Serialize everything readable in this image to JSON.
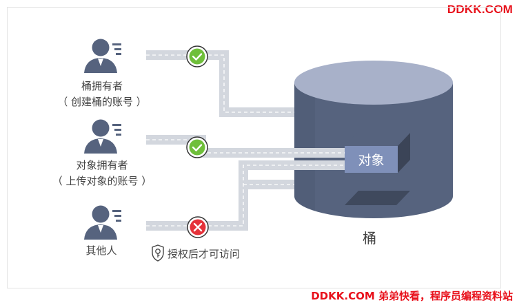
{
  "watermark": {
    "top": "DDKK.COM",
    "bottom": "DDKK.COM 弟弟快看，程序员编程资料站"
  },
  "actors": [
    {
      "id": "bucket-owner",
      "line1": "桶拥有者",
      "line2": "（ 创建桶的账号 ）",
      "access": "allowed"
    },
    {
      "id": "object-owner",
      "line1": "对象拥有者",
      "line2": "（ 上传对象的账号 ）",
      "access": "allowed"
    },
    {
      "id": "others",
      "line1": "其他人",
      "line2": "",
      "access": "denied"
    }
  ],
  "denied_note": "授权后才可访问",
  "bucket_label": "桶",
  "object_label": "对象",
  "colors": {
    "person": "#56637e",
    "path": "#d3d7de",
    "path_dash": "#ffffff",
    "allow": "#6fbf3a",
    "deny": "#e5323a",
    "bucket_top": "#a8b1c9",
    "bucket_body": "#56637e",
    "object_front": "#7f90b9",
    "object_dark": "#3b4457",
    "text": "#444444",
    "watermark": "#e8111b"
  }
}
